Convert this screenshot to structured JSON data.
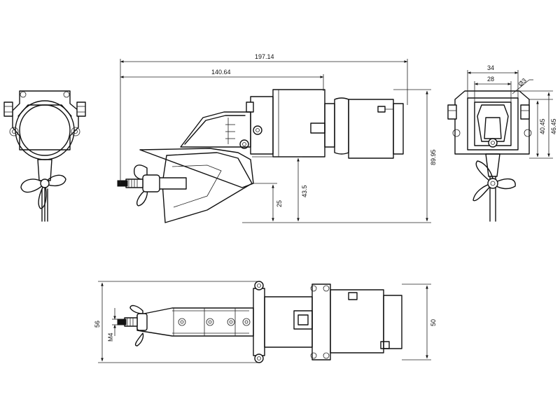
{
  "dimensions": {
    "overall_length": "197.14",
    "partial_length": "140.64",
    "total_height": "89.95",
    "shaft_height": "43.5",
    "skeg_height": "25",
    "mount_width": "34",
    "mount_inner_width": "28",
    "hole_diameter": "Ø3",
    "mount_height_1": "40.45",
    "mount_height_2": "46.45",
    "top_width": "56",
    "thread": "M4",
    "motor_width": "50"
  },
  "colors": {
    "line": "#111111",
    "background": "#ffffff"
  }
}
